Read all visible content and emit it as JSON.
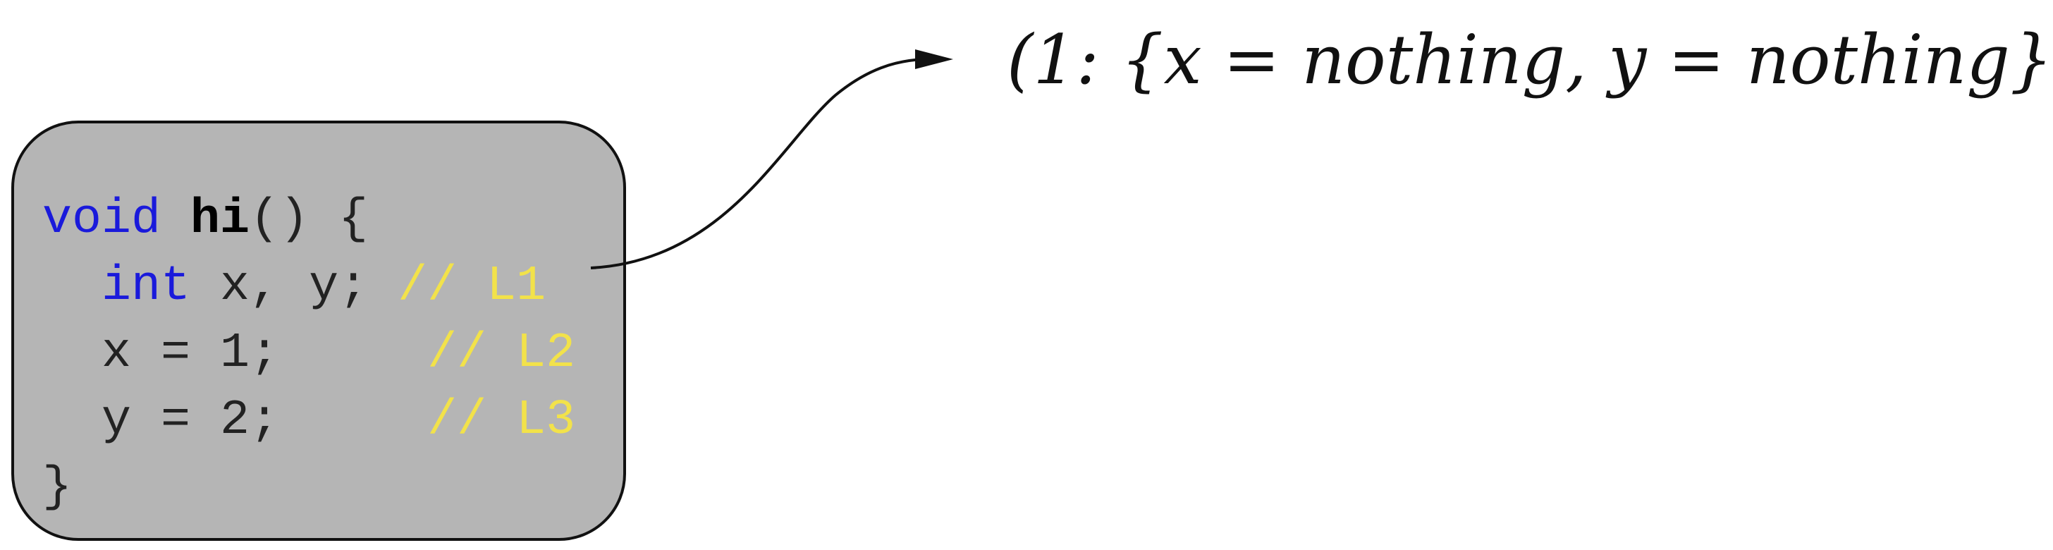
{
  "code": {
    "line1": {
      "keyword": "void",
      "name": "hi",
      "rest": "() {"
    },
    "line2": {
      "indent": "  ",
      "keyword": "int",
      "rest": " x, y;",
      "comment": " // L1"
    },
    "line3": {
      "text": "  x = 1;     ",
      "comment": "// L2"
    },
    "line4": {
      "text": "  y = 2;     ",
      "comment": "// L3"
    },
    "line5": {
      "text": "}"
    }
  },
  "annotation": {
    "text": "(1: {x = nothing, y = nothing}"
  },
  "colors": {
    "box_fill": "#b5b5b5",
    "keyword": "#1a1adb",
    "comment": "#f2e24a",
    "outline": "#111111"
  }
}
